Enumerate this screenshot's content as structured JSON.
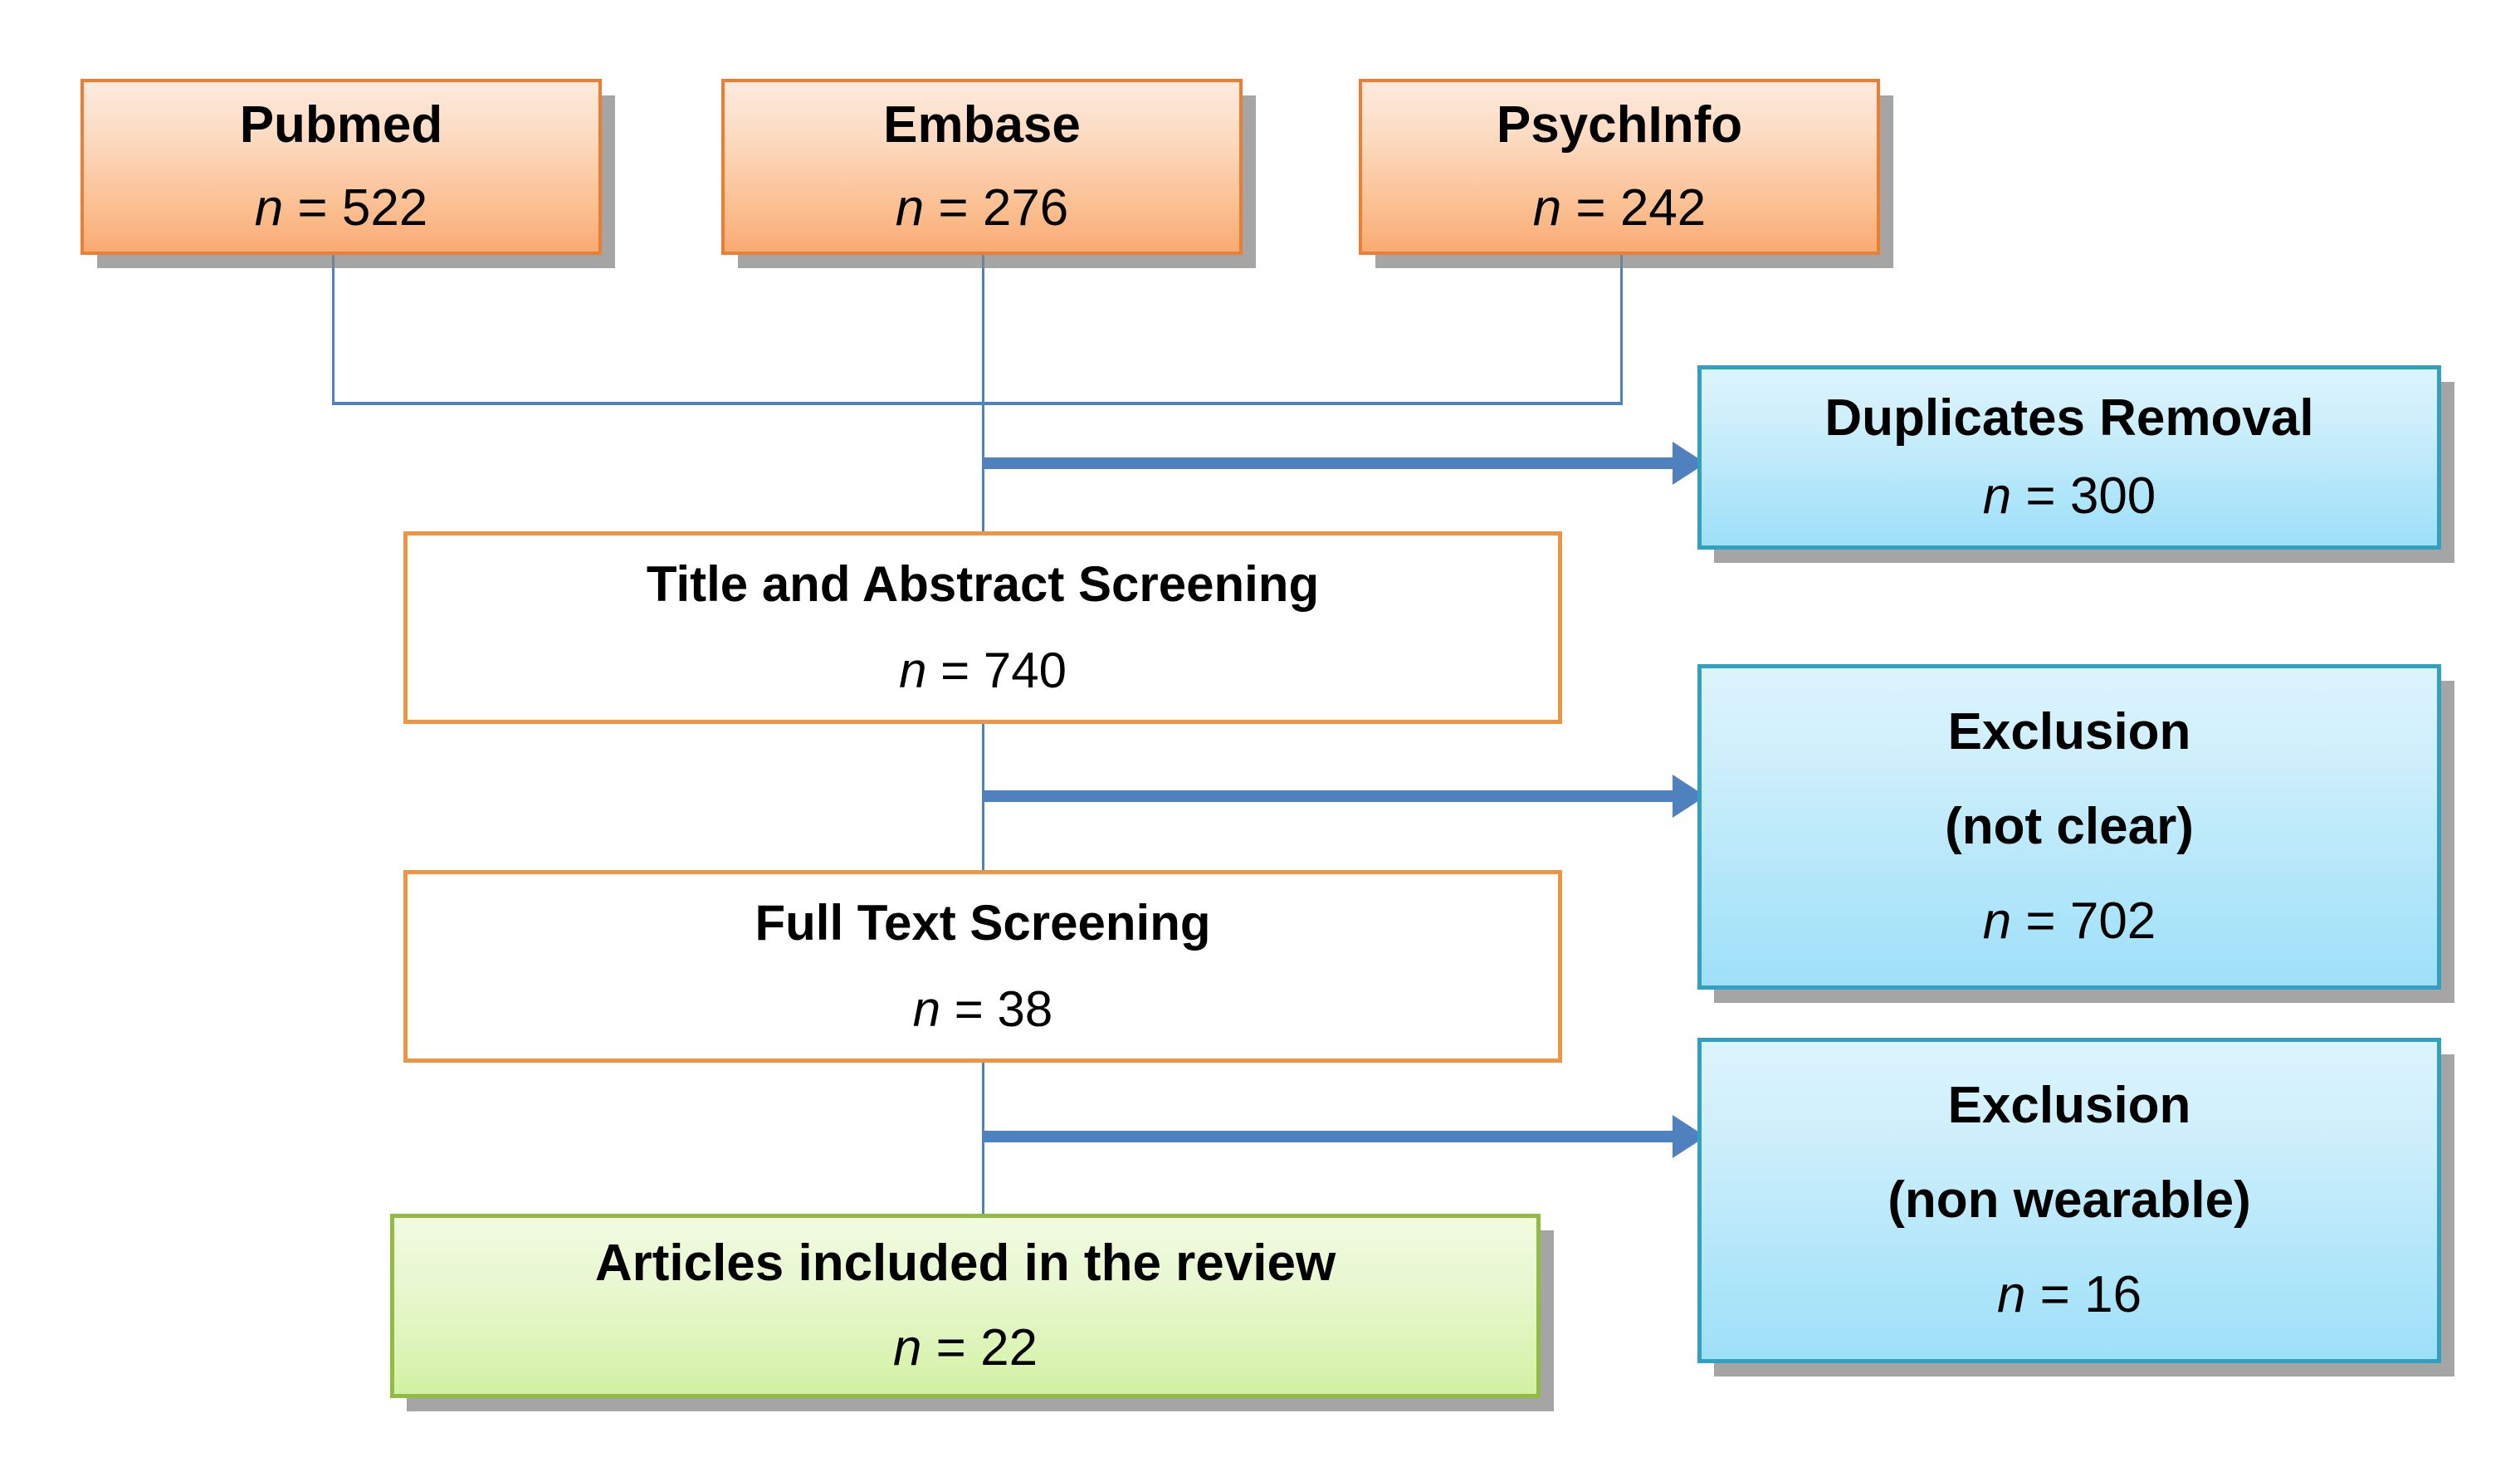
{
  "diagram": {
    "type": "prisma-flow",
    "title": "",
    "sources": [
      {
        "name": "Pubmed",
        "label": "Pubmed",
        "count_label": "n = 522",
        "n_symbol": "n",
        "equals": " = ",
        "n": 522
      },
      {
        "name": "Embase",
        "label": "Embase",
        "count_label": "n = 276",
        "n_symbol": "n",
        "equals": " = ",
        "n": 276
      },
      {
        "name": "PsychInfo",
        "label": "PsychInfo",
        "count_label": "n = 242",
        "n_symbol": "n",
        "equals": " = ",
        "n": 242
      }
    ],
    "stages": [
      {
        "name": "title-abstract-screening",
        "label": "Title and Abstract Screening",
        "count_label": "n = 740",
        "n_symbol": "n",
        "equals": " = ",
        "n": 740
      },
      {
        "name": "full-text-screening",
        "label": "Full Text Screening",
        "count_label": "n = 38",
        "n_symbol": "n",
        "equals": " = ",
        "n": 38
      }
    ],
    "exclusions": [
      {
        "name": "duplicates-removal",
        "label": "Duplicates Removal",
        "sublabel": "",
        "count_label": "n = 300",
        "n_symbol": "n",
        "equals": " = ",
        "n": 300
      },
      {
        "name": "exclusion-not-clear",
        "label": "Exclusion",
        "sublabel": "(not clear)",
        "count_label": "n = 702",
        "n_symbol": "n",
        "equals": " = ",
        "n": 702
      },
      {
        "name": "exclusion-non-wearable",
        "label": "Exclusion",
        "sublabel": "(non wearable)",
        "count_label": "n = 16",
        "n_symbol": "n",
        "equals": " = ",
        "n": 16
      }
    ],
    "included": {
      "name": "articles-included",
      "label": "Articles included in the review",
      "count_label": "n = 22",
      "n_symbol": "n",
      "equals": " = ",
      "n": 22
    },
    "colors": {
      "source_border": "#ed7d31",
      "source_fill_top": "#fdeade",
      "source_fill_bottom": "#f9ab73",
      "screen_border": "#ed9543",
      "screen_fill": "#ffffff",
      "exclusion_border": "#31a0c1",
      "exclusion_fill_top": "#dcf4fc",
      "exclusion_fill_bottom": "#9ee0f8",
      "included_border": "#93ba43",
      "included_fill_top": "#f1fae0",
      "included_fill_bottom": "#d3f1a4",
      "connector": "#4e81bd",
      "shadow": "#828282",
      "background": "#ffffff",
      "text": "#000000"
    }
  }
}
